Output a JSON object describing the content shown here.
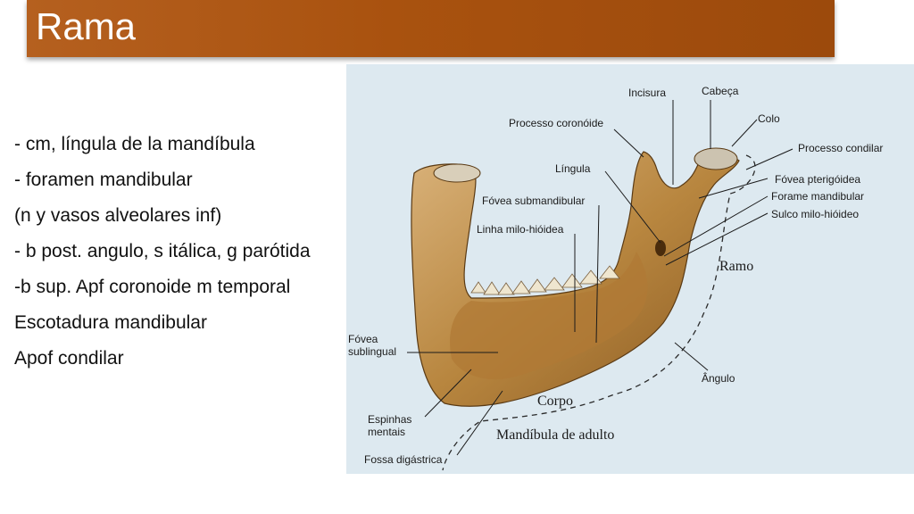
{
  "slide": {
    "title": "Rama",
    "bullets": [
      "- cm, língula de la mandíbula",
      "- foramen mandibular",
      "(n y vasos alveolares inf)",
      "- b post. angulo, s itálica, g parótida",
      "-b sup. Apf coronoide m temporal",
      "Escotadura mandibular",
      "Apof condilar"
    ]
  },
  "figure": {
    "caption": "Mandíbula de adulto",
    "labels": {
      "incisura": "Incisura",
      "cabeca": "Cabeça",
      "colo": "Colo",
      "processo_coronoide": "Processo coronóide",
      "processo_condilar": "Processo condilar",
      "lingula": "Língula",
      "fovea_pterigoidea": "Fóvea pterigóidea",
      "fovea_submandibular": "Fóvea submandibular",
      "forame_mandibular": "Forame mandibular",
      "sulco_milo_hioideo": "Sulco milo-hióideo",
      "linha_milo_hioidea": "Linha milo-hióidea",
      "ramo": "Ramo",
      "fovea_sublingual_1": "Fóvea",
      "fovea_sublingual_2": "sublingual",
      "angulo": "Ângulo",
      "corpo": "Corpo",
      "espinhas_mentais_1": "Espinhas",
      "espinhas_mentais_2": "mentais",
      "fossa_digastrica": "Fossa digástrica"
    }
  }
}
